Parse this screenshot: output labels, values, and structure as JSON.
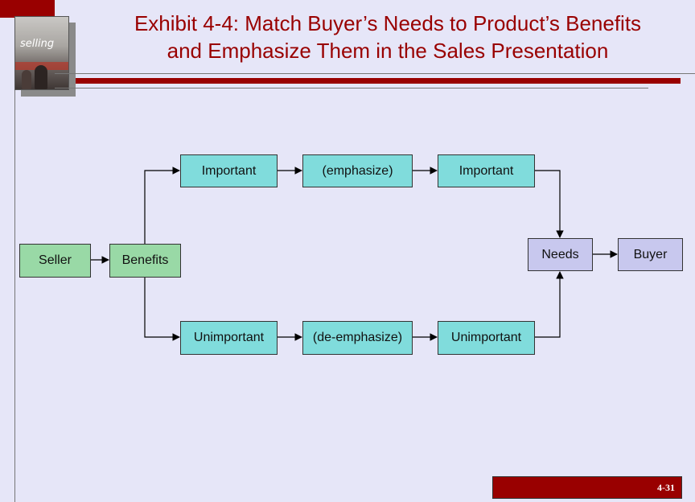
{
  "slide": {
    "title_line1": "Exhibit 4-4: Match Buyer’s Needs to Product’s Benefits",
    "title_line2": "and Emphasize Them in the Sales Presentation",
    "cover_text": "selling",
    "page_number": "4-31",
    "colors": {
      "accent": "#990000",
      "background": "#e6e6f8",
      "green_box": "#99d9a6",
      "cyan_box": "#80dcdc",
      "lavender_box": "#c8c8ee"
    }
  },
  "diagram": {
    "seller": "Seller",
    "benefits": "Benefits",
    "top_left": "Important",
    "top_middle": "(emphasize)",
    "top_right": "Important",
    "bottom_left": "Unimportant",
    "bottom_middle": "(de-emphasize)",
    "bottom_right": "Unimportant",
    "needs": "Needs",
    "buyer": "Buyer"
  }
}
